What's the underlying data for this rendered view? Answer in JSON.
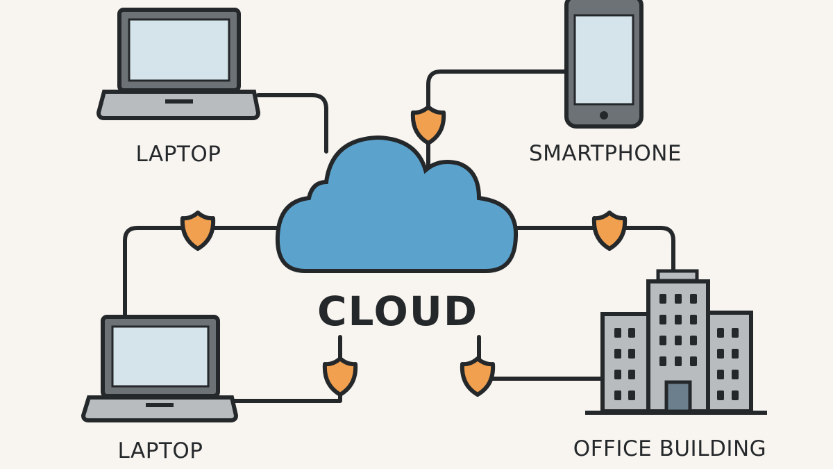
{
  "labels": {
    "laptop_top": "LAPTOP",
    "smartphone": "SMARTPHONE",
    "cloud": "CLOUD",
    "laptop_bottom": "LAPTOP",
    "office_building": "OFFICE BUILDING"
  },
  "colors": {
    "background": "#f8f5f0",
    "outline": "#25282b",
    "cloud": "#5ba3cc",
    "shield": "#f0a04e",
    "screen": "#d4e4ea",
    "device_body": "#6d7276",
    "building": "#b9bcbf",
    "door": "#6b7f8c"
  },
  "icons": [
    "laptop-icon",
    "smartphone-icon",
    "cloud-icon",
    "office-building-icon",
    "shield-icon"
  ]
}
